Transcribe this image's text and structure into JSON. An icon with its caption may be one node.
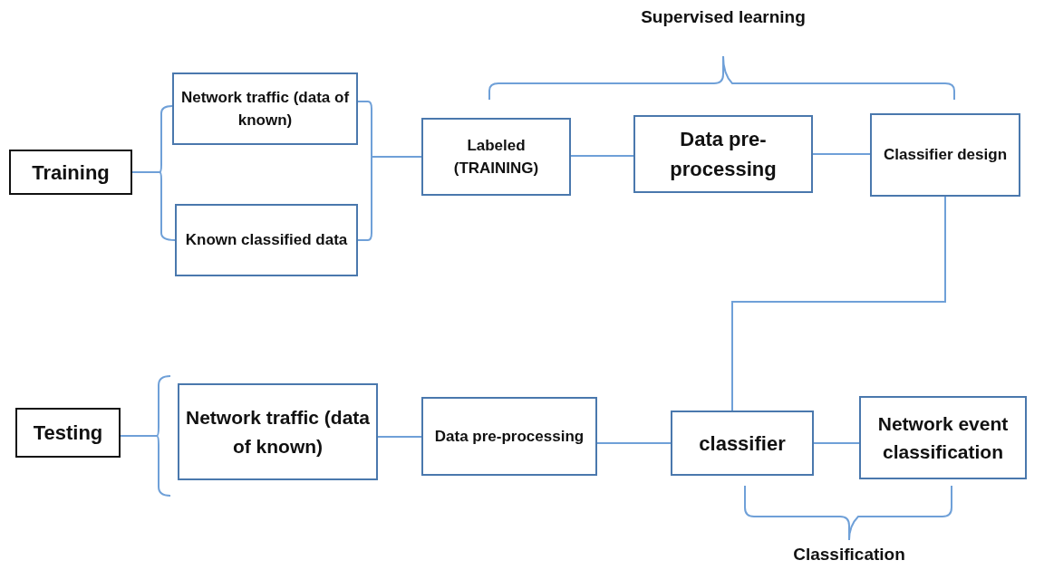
{
  "diagram": {
    "nodes": [
      {
        "text": [
          "Training"
        ]
      },
      {
        "text": [
          "Network traffic (data of known)"
        ]
      },
      {
        "text": [
          "Known classified data"
        ]
      },
      {
        "text": [
          "Labeled (TRAINING)"
        ]
      },
      {
        "text": [
          "Data pre-processing"
        ]
      },
      {
        "text": [
          "Classifier design"
        ]
      },
      {
        "text": [
          "Testing"
        ]
      },
      {
        "text": [
          "Network traffic (data of known)"
        ]
      },
      {
        "text": [
          "Data pre-processing"
        ]
      },
      {
        "text": [
          "classifier"
        ]
      },
      {
        "text": [
          "Network event classification"
        ]
      }
    ],
    "edges": [
      {
        "from": 0,
        "to": 1,
        "arrow": "none"
      },
      {
        "from": 0,
        "to": 2,
        "arrow": "none"
      },
      {
        "from": 1,
        "to": 3,
        "arrow": "none"
      },
      {
        "from": 2,
        "to": 3,
        "arrow": "none"
      },
      {
        "from": 3,
        "to": 4,
        "arrow": "none"
      },
      {
        "from": 4,
        "to": 5,
        "arrow": "none"
      },
      {
        "from": 5,
        "to": 9,
        "arrow": "none"
      },
      {
        "from": 6,
        "to": 7,
        "arrow": "none"
      },
      {
        "from": 7,
        "to": 8,
        "arrow": "none"
      },
      {
        "from": 8,
        "to": 9,
        "arrow": "none"
      },
      {
        "from": 9,
        "to": 10,
        "arrow": "none"
      }
    ],
    "labels": [
      "Supervised learning",
      "Classification"
    ]
  }
}
